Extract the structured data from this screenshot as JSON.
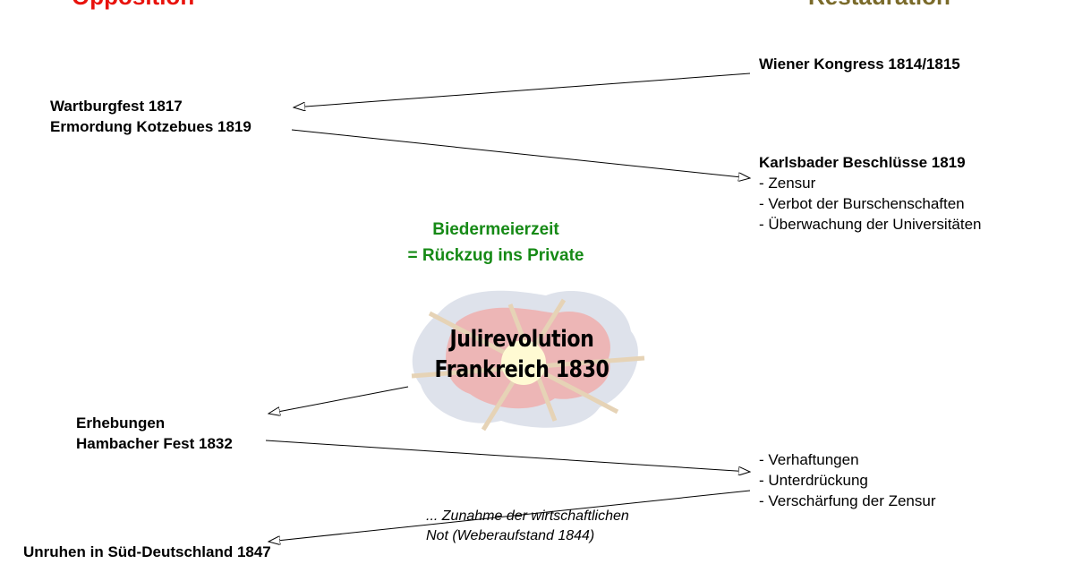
{
  "headers": {
    "left": "Opposition",
    "right": "Restauration",
    "left_color": "#e8120c",
    "right_color": "#7a6a2a"
  },
  "top_left": {
    "line1": "Wartburgfest 1817",
    "line2": "Ermordung Kotzebues 1819"
  },
  "wiener": "Wiener Kongress 1814/1815",
  "karlsbad": {
    "title": "Karlsbader Beschlüsse 1819",
    "items": [
      "- Zensur",
      "- Verbot der Burschenschaften",
      "- Überwachung der Universitäten"
    ]
  },
  "biedermeier": {
    "line1": "Biedermeierzeit",
    "line2": "= Rückzug ins Private"
  },
  "burst": {
    "line1": "Julirevolution",
    "line2": "Frankreich 1830"
  },
  "erhebungen": {
    "line1": "Erhebungen",
    "line2": "Hambacher Fest 1832"
  },
  "reaction": [
    "- Verhaftungen",
    "- Unterdrückung",
    "- Verschärfung der Zensur"
  ],
  "economic": {
    "line1": "... Zunahme der wirtschaftlichen",
    "line2": "Not (Weberaufstand 1844)"
  },
  "unruhen": "Unruhen in Süd-Deutschland 1847"
}
